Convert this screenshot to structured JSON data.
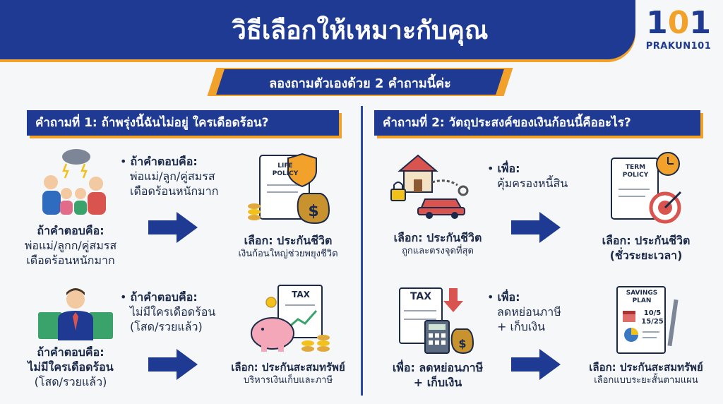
{
  "header": {
    "title": "วิธีเลือกให้เหมาะกับคุณ"
  },
  "logo": {
    "number_a": "1",
    "number_b": "0",
    "number_c": "1",
    "text": "PRAKUN101"
  },
  "subtitle": "ลองถามตัวเองด้วย 2 คำถามนี้ค่ะ",
  "q1": {
    "title": "คำถามที่ 1: ถ้าพรุ่งนี้ฉันไม่อยู่ ใครเดือดร้อน?",
    "row1": {
      "left_label_title": "ถ้าคำตอบคือ:",
      "left_label_l1": "พ่อแม่/ลูกก/คู่สมรส",
      "left_label_l2": "เดือดร้อนหนักมาก",
      "bullet_title": "ถ้าคำตอบคือ:",
      "bullet_l1": "พ่อแม่/ลูก/คู่สมรส",
      "bullet_l2": "เดือดร้อนหนักมาก",
      "policy_label_l1": "LIFE",
      "policy_label_l2": "POLICY",
      "choice": "เลือก: ประกันชีวิต",
      "choice_sub": "เงินก้อนใหญ่ช่วยพยุงชีวิต"
    },
    "row2": {
      "left_label_title": "ถ้าคำตอบคือ:",
      "left_label_l1": "ไม่มีใครเดือดร้อน",
      "left_label_l2": "(โสด/รวยแล้ว)",
      "bullet_title": "ถ้าคำตอบคือ:",
      "bullet_l1": "ไม่มีใครเดือดร้อน",
      "bullet_l2": "(โสด/รวยแล้ว)",
      "doc_label": "TAX",
      "choice": "เลือก: ประกันสะสมทรัพย์",
      "choice_sub": "บริหารเงินเก็บและภาษี"
    }
  },
  "q2": {
    "title": "คำถามที่ 2: วัตถุประสงค์ของเงินก้อนนี้คืออะไร?",
    "row1": {
      "bullet_title": "เพื่อ:",
      "bullet_l1": "คุ้มครองหนี้สิน",
      "left_choice": "เลือก: ประกันชีวิต",
      "left_sub": "ถูกและตรงจุดที่สุด",
      "policy_label_l1": "TERM",
      "policy_label_l2": "POLICY",
      "choice": "เลือก: ประกันชีวิต",
      "choice_l2": "(ชั่วระยะเวลา)"
    },
    "row2": {
      "bullet_title": "เพื่อ:",
      "bullet_l1": "ลดหย่อนภาษี",
      "bullet_l2": "+ เก็บเงิน",
      "doc_label": "TAX",
      "left_choice": "เพื่อ: ลดหย่อนภาษี",
      "left_choice_l2": "+ เก็บเงิน",
      "plan_l1": "SAVINGS",
      "plan_l2": "PLAN",
      "plan_d1": "10/5",
      "plan_d2": "15/25",
      "choice": "เลือก: ประกันสะสมทรัพย์",
      "choice_sub": "เลือกแบบระยะสั้นตามแผน"
    }
  },
  "colors": {
    "navy": "#1f3a93",
    "orange": "#f2a12b",
    "bg": "#f6f7f9"
  }
}
